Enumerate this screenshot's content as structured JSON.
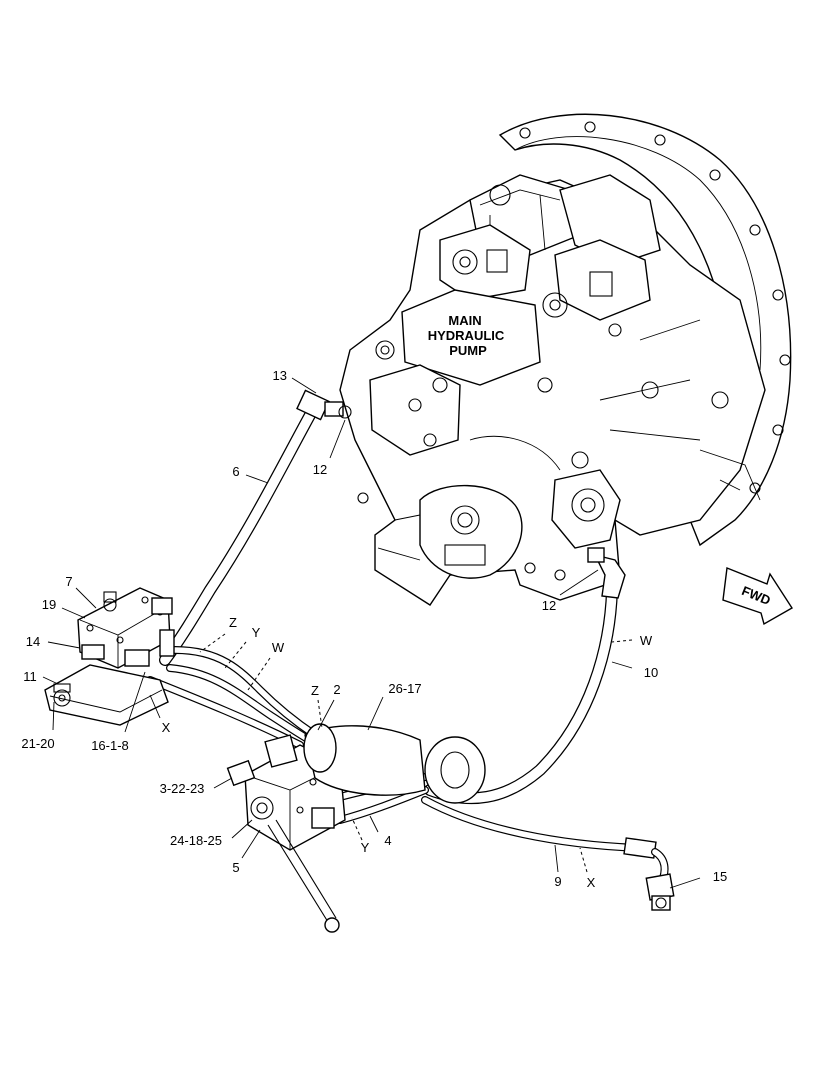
{
  "pump_label": [
    "MAIN",
    "HYDRAULIC",
    "PUMP"
  ],
  "direction_label": "FWD",
  "callouts": {
    "c13": "13",
    "c12_upper": "12",
    "c6": "6",
    "c7": "7",
    "c19": "19",
    "c14": "14",
    "c11": "11",
    "c21_20": "21-20",
    "c16_1_8": "16-1-8",
    "cX_left": "X",
    "cZ_upper": "Z",
    "cY_upper": "Y",
    "cW_upper": "W",
    "cZ_mid": "Z",
    "c2": "2",
    "c26_17": "26-17",
    "c12_lower": "12",
    "cW_right": "W",
    "c10": "10",
    "c3_22_23": "3-22-23",
    "c24_18_25": "24-18-25",
    "c5": "5",
    "cY_lower": "Y",
    "c4": "4",
    "c9": "9",
    "cX_lower": "X",
    "c15": "15"
  }
}
